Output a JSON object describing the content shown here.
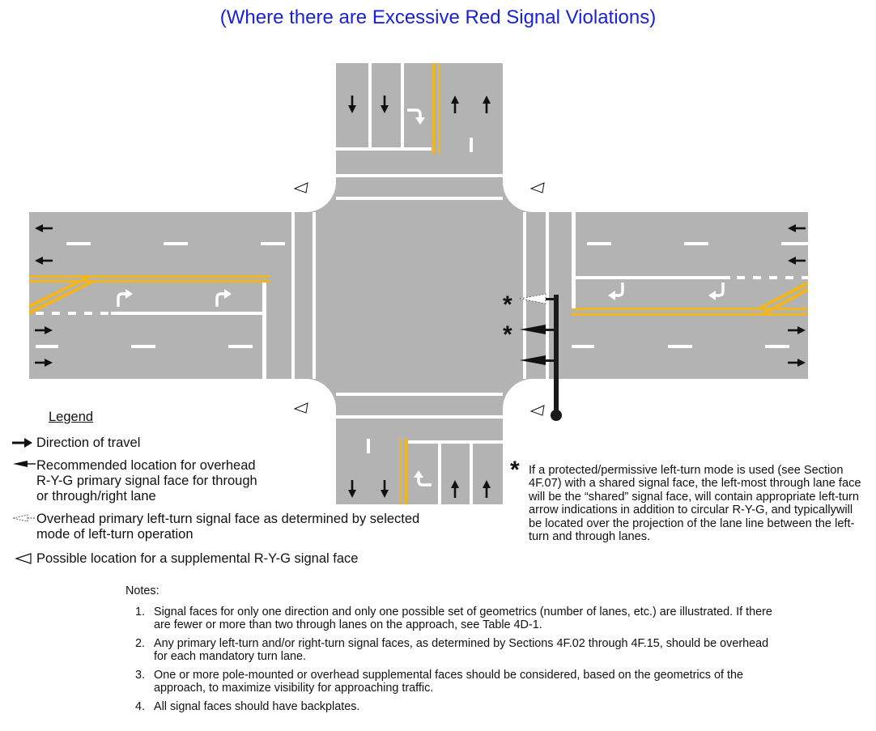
{
  "title": "(Where there are Excessive Red Signal Violations)",
  "colors": {
    "road": "#b3b3b3",
    "marking_white": "#ffffff",
    "marking_yellow": "#f2b61c",
    "title_blue": "#1a22d8",
    "pole": "#1a1a1a"
  },
  "star_symbol": "*",
  "legend": {
    "heading": "Legend",
    "items": [
      {
        "icon": "arrow-right-icon",
        "lines": [
          "Direction of travel"
        ]
      },
      {
        "icon": "signal-face-icon",
        "lines": [
          "Recommended location for overhead",
          "R-Y-G primary signal face for through",
          "or through/right lane"
        ]
      },
      {
        "icon": "dotted-signal-face-icon",
        "lines": [
          "Overhead primary left-turn signal face as determined by selected",
          "mode of left-turn operation"
        ]
      },
      {
        "icon": "supplemental-signal-icon",
        "lines": [
          "Possible location for a supplemental R-Y-G signal face"
        ]
      }
    ]
  },
  "footnote": {
    "symbol": "*",
    "text": "If a protected/permissive left-turn mode is used (see Section 4F.07) with a shared signal face, the left-most through lane face will be the “shared” signal face, will contain appropriate left-turn arrow indications in addition to circular R-Y-G, and typicallywill be located over the projection of the lane line between the left-turn and through lanes."
  },
  "notes": {
    "heading": "Notes:",
    "items": [
      {
        "num": "1.",
        "text": "Signal faces for only one direction and only one possible set of geometrics (number of lanes, etc.) are illustrated. If there are fewer or more than two through lanes on the approach, see Table 4D-1."
      },
      {
        "num": "2.",
        "text": "Any primary left-turn and/or right-turn signal faces, as determined by Sections 4F.02 through 4F.15, should be overhead for each mandatory turn lane."
      },
      {
        "num": "3.",
        "text": "One or more pole-mounted or overhead supplemental faces should be considered, based on the geometrics of the approach, to maximize visibility for approaching traffic."
      },
      {
        "num": "4.",
        "text": "All signal faces should have backplates."
      }
    ]
  }
}
